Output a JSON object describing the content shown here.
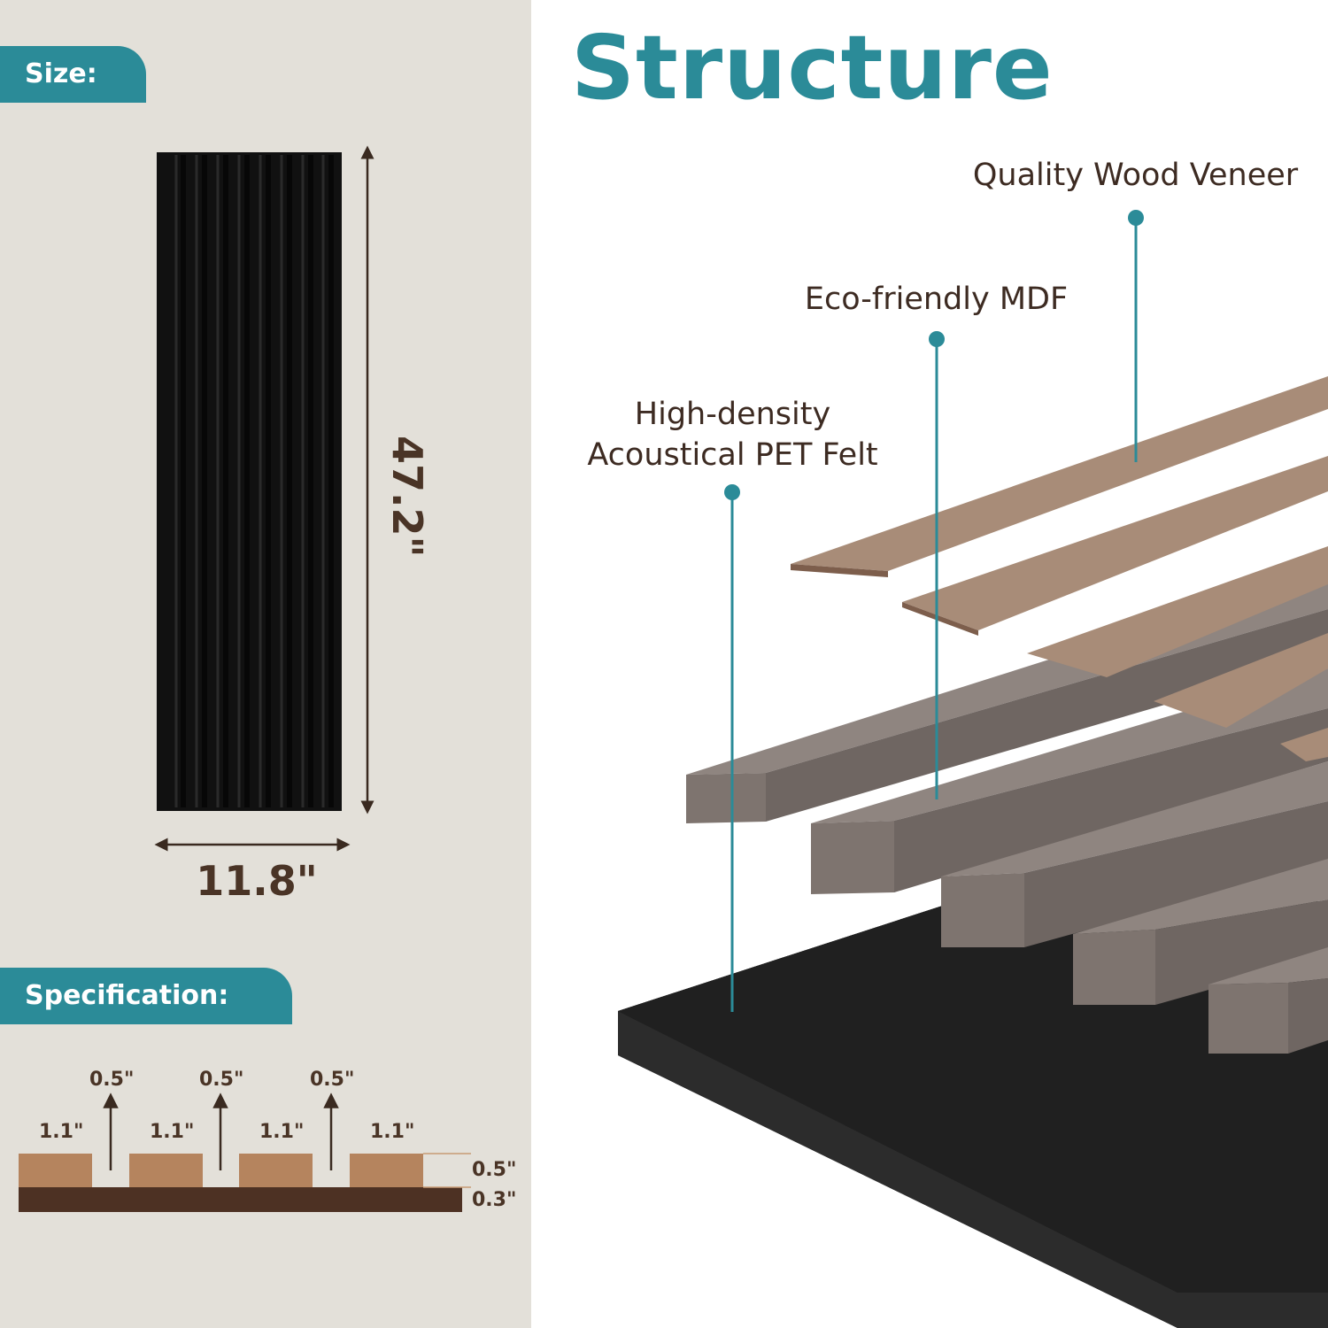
{
  "left": {
    "size_tag": "Size:",
    "panel_width": "11.8\"",
    "panel_height": "47.2\"",
    "spec_tag": "Specification:",
    "spec": {
      "slat_width": "1.1\"",
      "gap_width": "0.5\"",
      "slat_thickness": "0.5\"",
      "felt_thickness": "0.3\""
    }
  },
  "right": {
    "title": "Structure",
    "layers": {
      "veneer": "Quality Wood Veneer",
      "mdf": "Eco-friendly MDF",
      "felt_line1": "High-density",
      "felt_line2": "Acoustical PET Felt"
    }
  },
  "colors": {
    "accent": "#2b8b98",
    "left_background": "#e3e0d9",
    "dimension_text": "#4a3426",
    "veneer": "#a88c78",
    "mdf": "#8a7f78",
    "felt": "#1b1b1b",
    "spec_slat": "#b5845e",
    "spec_base": "#4d3123"
  }
}
